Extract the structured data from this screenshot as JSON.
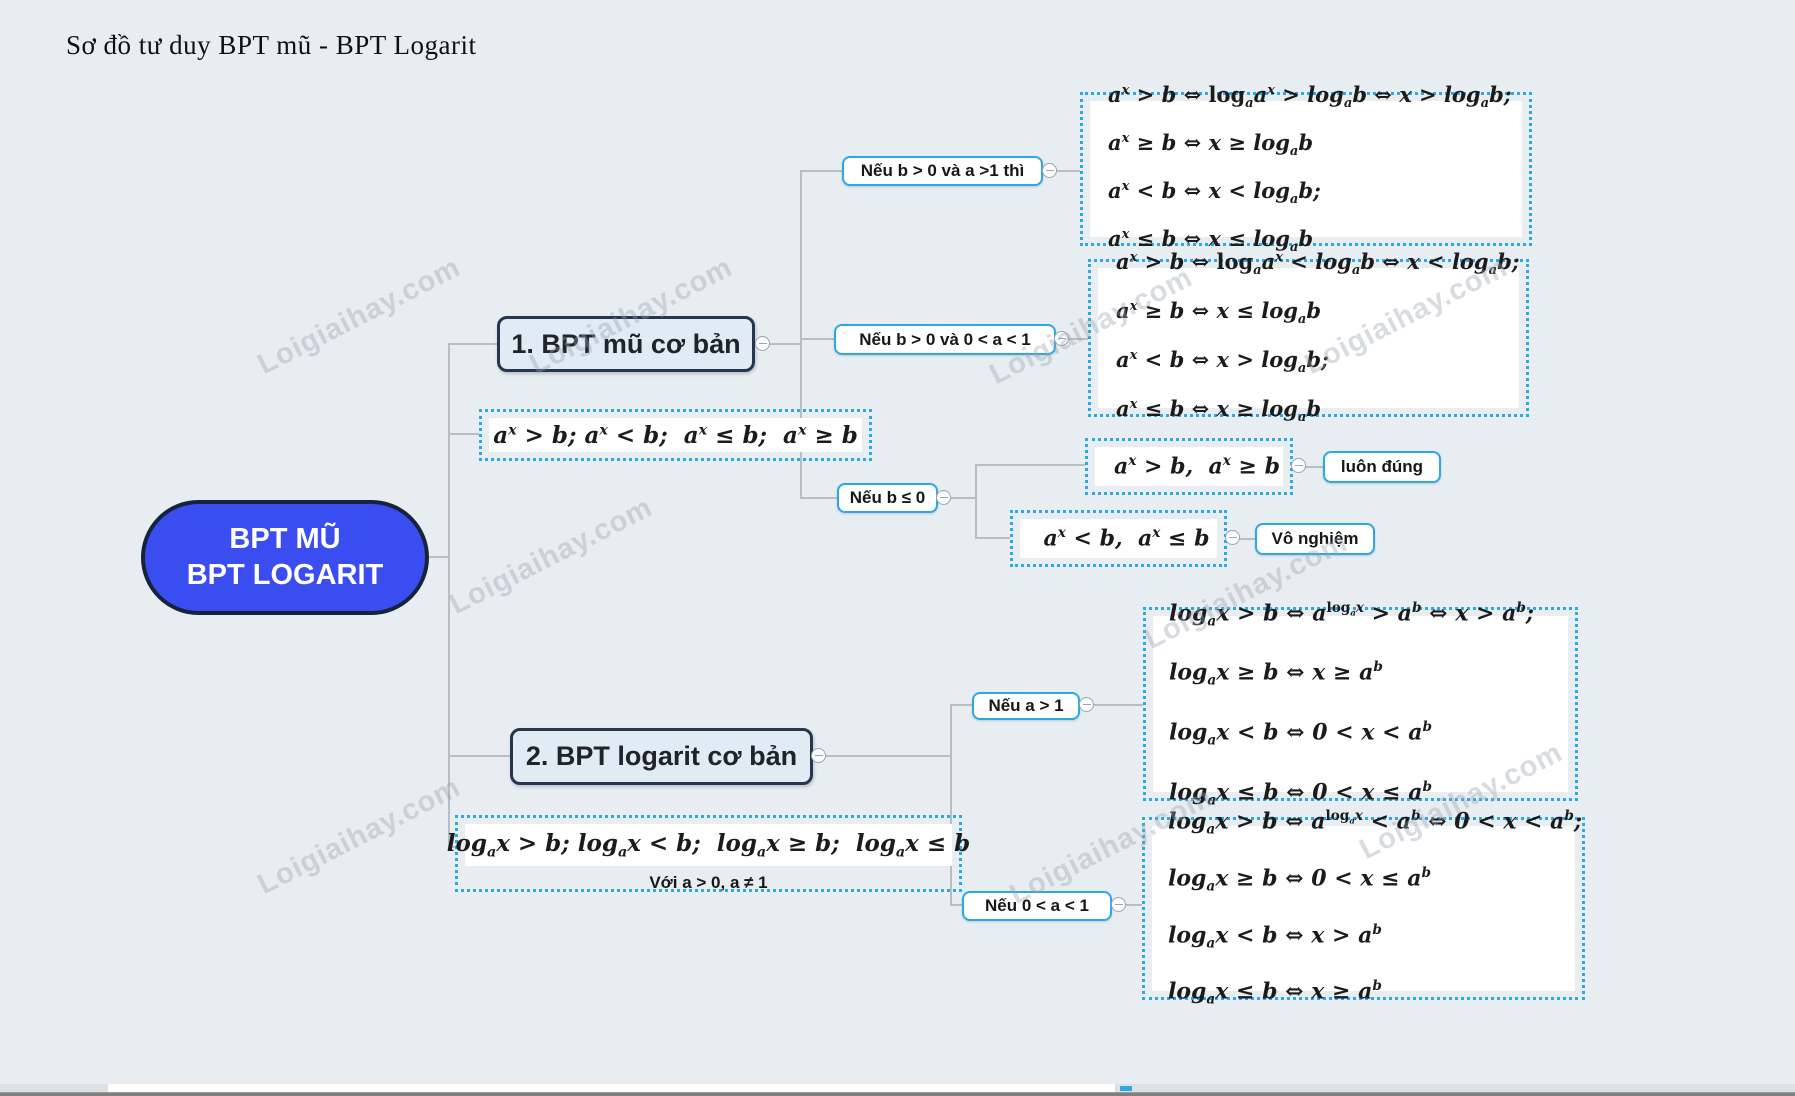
{
  "page": {
    "title": "Sơ đồ tư duy BPT mũ - BPT Logarit"
  },
  "watermark": {
    "text": "Loigiaihay.com"
  },
  "colors": {
    "background": "#e8edf1",
    "accent_cyan": "#2aa9e2",
    "root_blue": "#3a4df1",
    "navy_border": "#25364e",
    "connector_gray": "#b7bfc5"
  },
  "root": {
    "line1": "BPT MŨ",
    "line2": "BPT LOGARIT"
  },
  "branch_mu": {
    "node_label": "1. BPT mũ cơ bản",
    "forms": "a<sup>x</sup> > b; a<sup>x</sup> < b; &nbsp;a<sup>x</sup> ≤ b; &nbsp;a<sup>x</sup> ≥ b",
    "case_a_gt_1": {
      "label": "Nếu b > 0 và a >1 thì",
      "lines": [
        "a<sup>x</sup> > b ⇔ <span class='rm'>log</span><sub>a</sub>a<sup>x</sup> > log<sub>a</sub>b ⇔ x > log<sub>a</sub>b;",
        "a<sup>x</sup> ≥ b ⇔ x ≥ log<sub>a</sub>b",
        "a<sup>x</sup> < b ⇔ x < log<sub>a</sub>b;",
        "a<sup>x</sup> ≤ b ⇔ x ≤ log<sub>a</sub>b"
      ]
    },
    "case_a_01": {
      "label": "Nếu b > 0 và 0 < a < 1",
      "lines": [
        "a<sup>x</sup> > b ⇔ <span class='rm'>log</span><sub>a</sub>a<sup>x</sup> < log<sub>a</sub>b ⇔ x < log<sub>a</sub>b;",
        "a<sup>x</sup> ≥ b ⇔ x ≤ log<sub>a</sub>b",
        "a<sup>x</sup> < b ⇔ x > log<sub>a</sub>b;",
        "a<sup>x</sup> ≤ b ⇔ x ≥ log<sub>a</sub>b"
      ]
    },
    "case_b_le_0": {
      "label": "Nếu b ≤ 0",
      "always_true": {
        "formula": "a<sup>x</sup> > b, &nbsp;a<sup>x</sup> ≥ b",
        "result": "luôn đúng"
      },
      "no_solution": {
        "formula": "a<sup>x</sup> < b, &nbsp;a<sup>x</sup> ≤ b",
        "result": "Vô nghiệm"
      }
    }
  },
  "branch_log": {
    "node_label": "2. BPT logarit cơ bản",
    "forms": "log<sub>a</sub>x > b; log<sub>a</sub>x < b; &nbsp;log<sub>a</sub>x ≥ b; &nbsp;log<sub>a</sub>x ≤ b",
    "forms_note": "Với a > 0, a ≠ 1",
    "case_a_gt_1": {
      "label": "Nếu a > 1",
      "lines": [
        "log<sub>a</sub>x > b ⇔ a<sup><span class='rm'>log</span><sub>a</sub>x</sup> > a<sup>b</sup> ⇔ x > a<sup>b</sup>;",
        "log<sub>a</sub>x ≥ b ⇔ x ≥ a<sup>b</sup>",
        "log<sub>a</sub>x < b ⇔ 0 < x < a<sup>b</sup>",
        "log<sub>a</sub>x ≤ b ⇔ 0 < x ≤ a<sup>b</sup>"
      ]
    },
    "case_a_01": {
      "label": "Nếu 0 < a < 1",
      "lines": [
        "log<sub>a</sub>x > b ⇔ a<sup><span class='rm'>log</span><sub>a</sub>x</sup> < a<sup>b</sup> ⇔ 0 < x < a<sup>b</sup>;",
        "log<sub>a</sub>x ≥ b ⇔ 0 < x ≤ a<sup>b</sup>",
        "log<sub>a</sub>x < b ⇔ x > a<sup>b</sup>",
        "log<sub>a</sub>x ≤ b ⇔ x ≥ a<sup>b</sup>"
      ]
    }
  }
}
